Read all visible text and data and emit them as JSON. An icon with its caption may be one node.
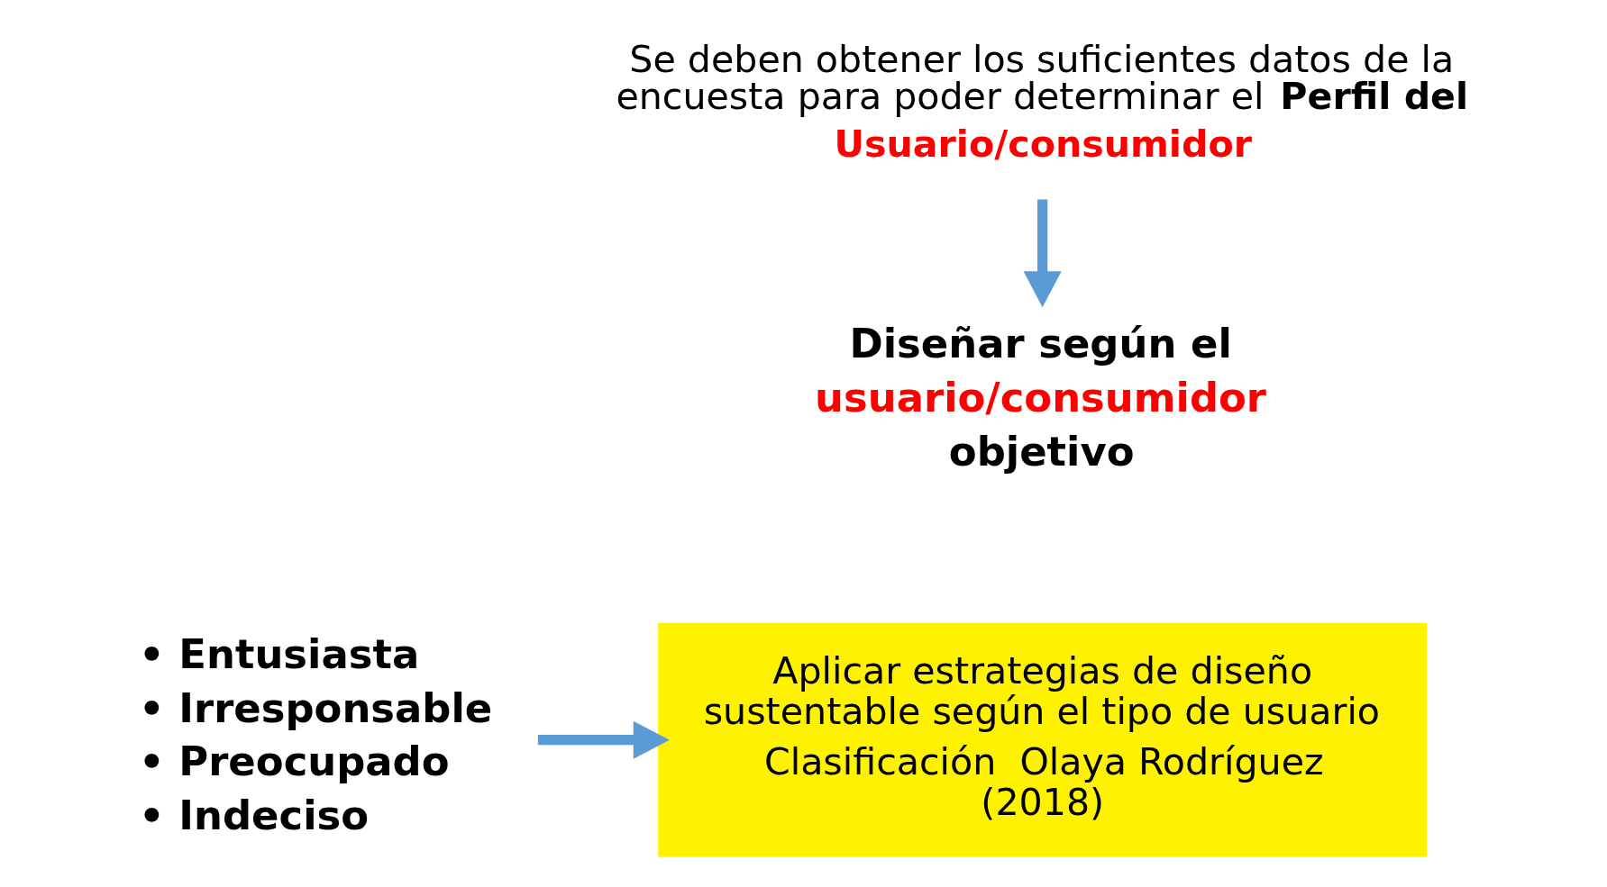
{
  "diagram": {
    "nodes": [
      {
        "text": [
          "Se deben obtener los suficientes datos de la encuesta para poder determinar el **Perfil del**",
          "Usuario/consumidor"
        ]
      },
      {
        "text": [
          "Diseñar según el",
          "usuario/consumidor",
          "objetivo"
        ]
      },
      {
        "text": [
          "• Entusiasta",
          "• Irresponsable",
          "• Preocupado",
          "• Indeciso"
        ]
      },
      {
        "text": [
          "Aplicar estrategias de diseño sustentable según el tipo de usuario",
          "Clasificación  Olaya Rodríguez (2018)"
        ]
      }
    ],
    "edges": [
      {
        "from": 0,
        "to": 1,
        "arrow": "to"
      },
      {
        "from": 2,
        "to": 3,
        "arrow": "to"
      }
    ]
  }
}
